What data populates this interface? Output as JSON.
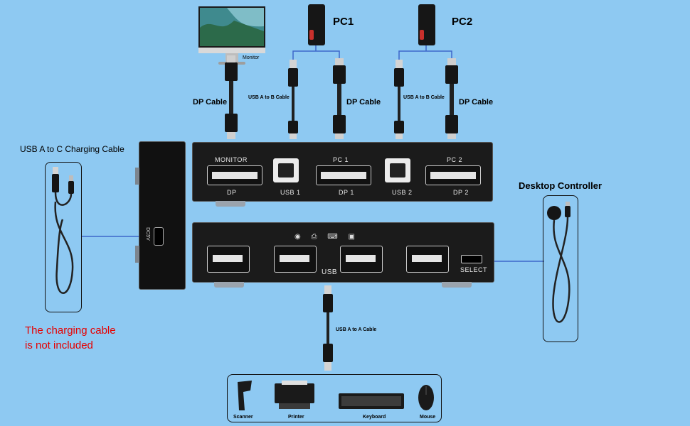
{
  "labels": {
    "pc1": "PC1",
    "pc2": "PC2",
    "monitor": "Monitor",
    "dp_cable": "DP Cable",
    "usb_a_to_b_cable": "USB A to B Cable",
    "usb_a_to_a_cable": "USB A to A Cable",
    "usb_a_to_c_charging_cable": "USB A to C Charging Cable",
    "desktop_controller": "Desktop Controller",
    "charging_note_line1": "The charging cable",
    "charging_note_line2": "is not included"
  },
  "back_panel": {
    "monitor": "MONITOR",
    "dp": "DP",
    "pc1": "PC 1",
    "pc2": "PC 2",
    "usb1": "USB 1",
    "usb2": "USB 2",
    "dp1": "DP 1",
    "dp2": "DP 2"
  },
  "front_panel": {
    "usb": "USB",
    "select": "SELECT"
  },
  "side_panel": {
    "dc5v": "DC5V"
  },
  "peripherals": {
    "scanner": "Scanner",
    "printer": "Printer",
    "keyboard": "Keyboard",
    "mouse": "Mouse"
  },
  "colors": {
    "background": "#8ec9f2",
    "device": "#1b1b1b",
    "note": "#e60000",
    "connector": "#4a6fd8"
  }
}
